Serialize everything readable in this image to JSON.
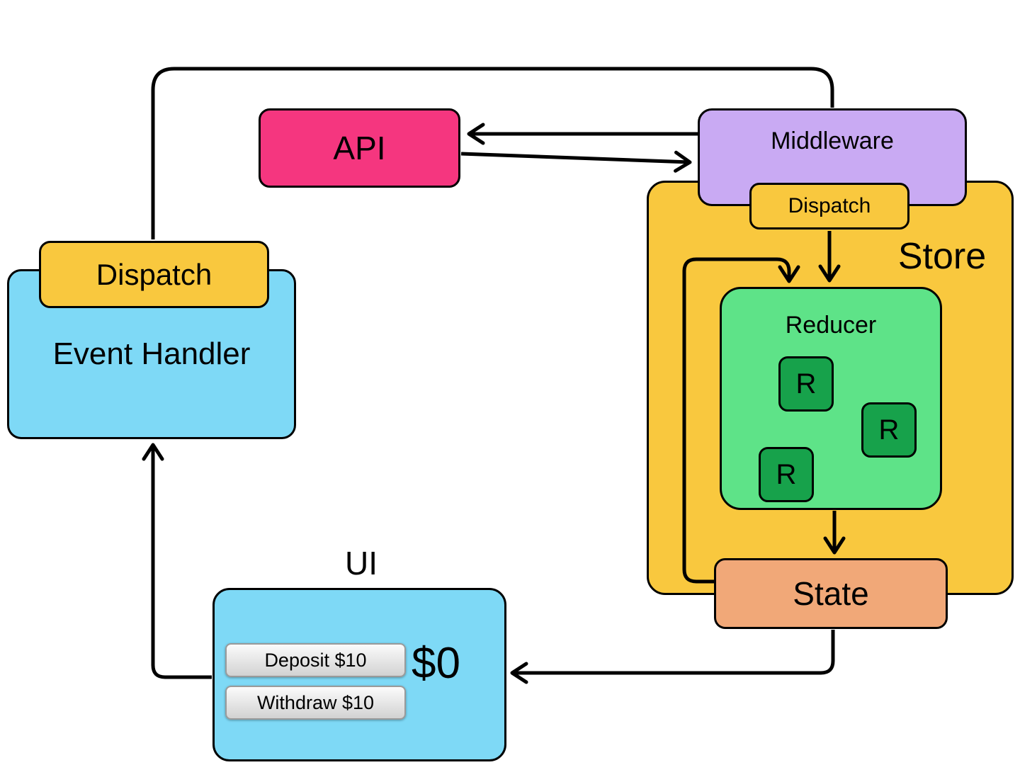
{
  "nodes": {
    "api": {
      "label": "API"
    },
    "middleware": {
      "label": "Middleware"
    },
    "store": {
      "label": "Store",
      "dispatch": {
        "label": "Dispatch"
      }
    },
    "reducer": {
      "label": "Reducer",
      "units": [
        "R",
        "R",
        "R"
      ]
    },
    "state": {
      "label": "State"
    },
    "event_handler": {
      "label": "Event Handler",
      "dispatch": {
        "label": "Dispatch"
      }
    },
    "ui": {
      "label": "UI",
      "deposit_button": "Deposit $10",
      "withdraw_button": "Withdraw $10",
      "balance": "$0"
    }
  },
  "colors": {
    "api": "#f5367f",
    "middleware": "#c9aaf3",
    "store": "#f9c83e",
    "dispatch": "#f9c83e",
    "reducer": "#5ee388",
    "reducer_unit": "#17a24b",
    "state": "#f1a878",
    "blue_panel": "#7ed9f6",
    "line": "#000000"
  }
}
